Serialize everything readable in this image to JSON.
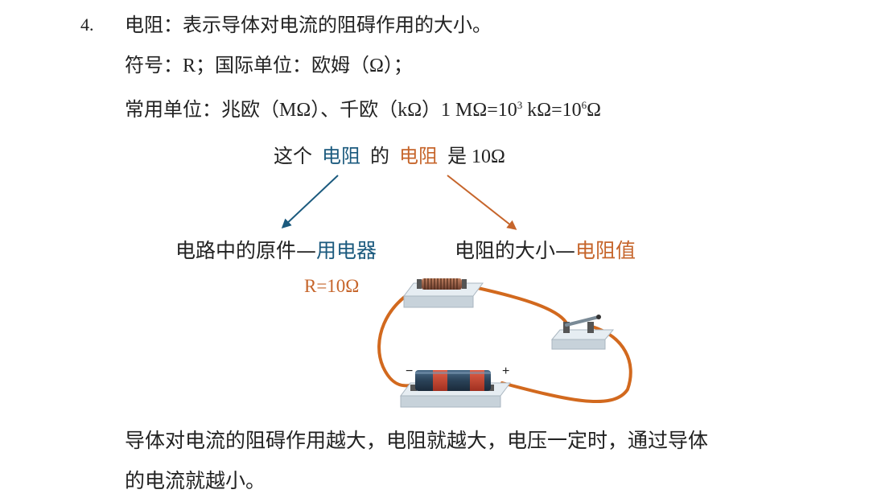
{
  "heading": {
    "number": "4.",
    "title": "电阻：表示导体对电流的阻碍作用的大小。"
  },
  "symbol_line": {
    "prefix": "符号：",
    "symbol": "R",
    "sep": "；国际单位：欧姆（",
    "unit": "Ω",
    "suffix": "）；"
  },
  "units_line": {
    "prefix": "常用单位：兆欧（",
    "mohm": "MΩ",
    "mid": "）、千欧（",
    "kohm": "kΩ",
    "close": "）",
    "eq_a": "1 MΩ=10",
    "eq_b": " kΩ=10",
    "eq_c": "Ω",
    "exp_1": "3",
    "exp_2": "6"
  },
  "demo_sentence": {
    "w1": "这个",
    "w2": "电阻",
    "w3": "的",
    "w4": "电阻",
    "w5": "是",
    "value": "10Ω"
  },
  "meaning_left": {
    "text": "电路中的原件—",
    "highlight": "用电器"
  },
  "meaning_right": {
    "text": "电阻的大小—",
    "highlight": "电阻值"
  },
  "circuit": {
    "resistor_label": "R=10Ω",
    "minus": "−",
    "plus": "+"
  },
  "body": {
    "line1": "导体对电流的阻碍作用越大，电阻就越大，电压一定时，通过导体",
    "line2": "的电流就越小。"
  },
  "colors": {
    "blue": "#1b5a7e",
    "orange": "#c6652b",
    "wire": "#d2691e"
  }
}
